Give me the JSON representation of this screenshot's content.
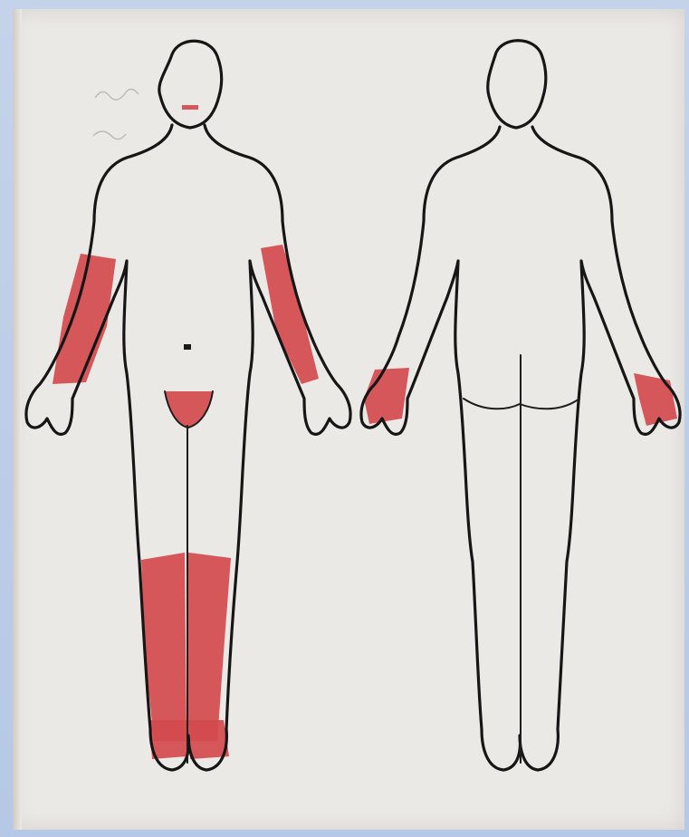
{
  "colors": {
    "shaded_area": "#d24a4e",
    "outline": "#161616",
    "paper": "#ebe9e6",
    "background": "#b9cbe6"
  },
  "figures": [
    {
      "view": "front",
      "shaded_regions": [
        "mouth",
        "left-forearm",
        "right-forearm",
        "genital-area",
        "left-lower-leg",
        "right-lower-leg",
        "left-foot",
        "right-foot"
      ]
    },
    {
      "view": "back",
      "shaded_regions": [
        "right-hand",
        "left-hand"
      ]
    }
  ]
}
